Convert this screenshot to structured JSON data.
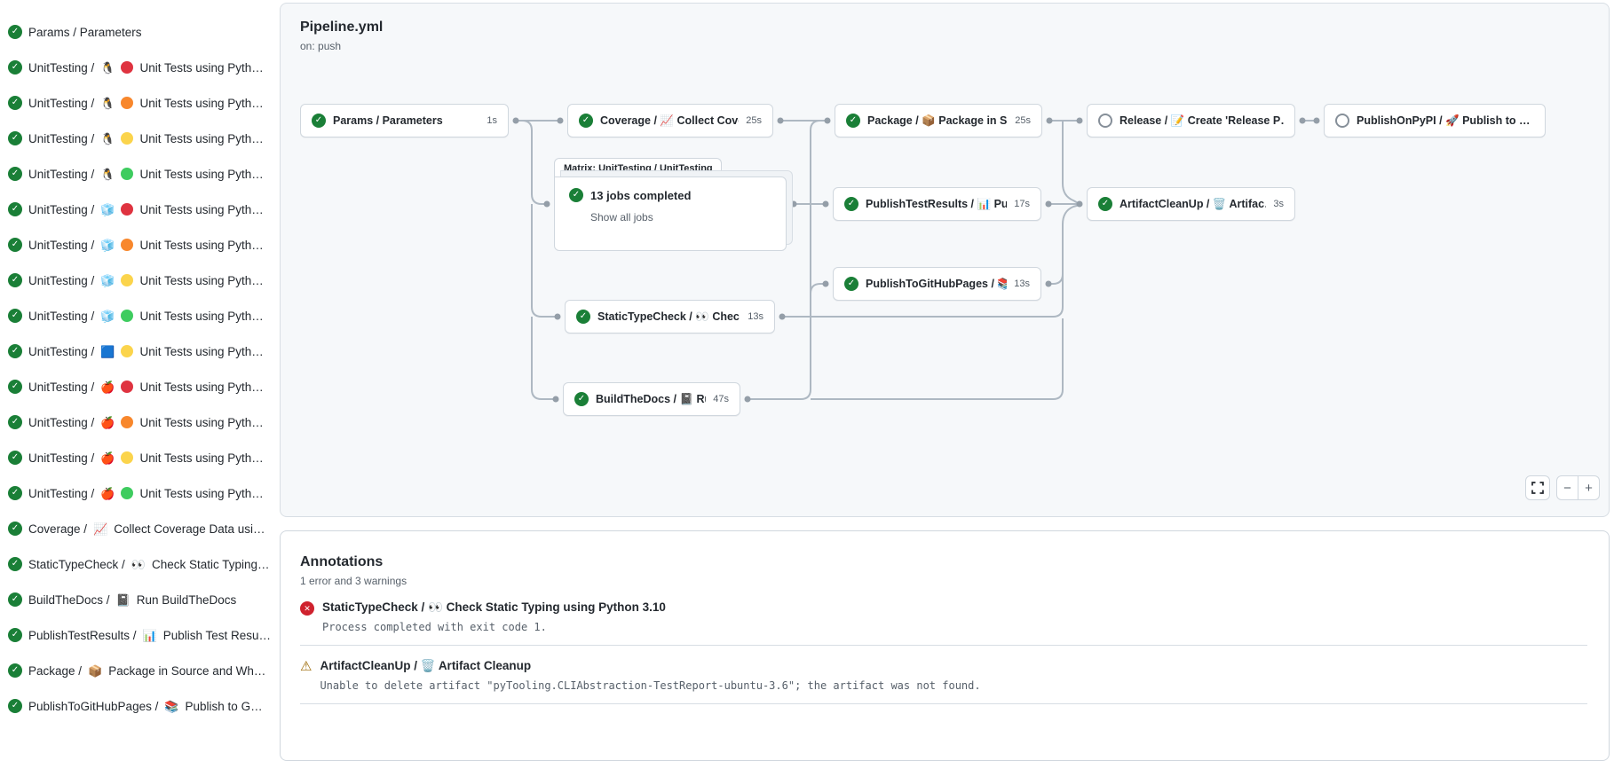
{
  "colors": {
    "success_green": "#1a7f37",
    "error_red": "#cf222e",
    "warning_amber": "#9a6700",
    "edge_gray": "#aeb8c2",
    "python_red": "#df3340",
    "python_orange": "#f8872c",
    "python_yellow": "#fbd44c",
    "python_green": "#3ecc5f"
  },
  "sidebar": {
    "jobs": [
      {
        "pre": "Params / Parameters",
        "emoji": "",
        "dot": "",
        "post": ""
      },
      {
        "pre": "UnitTesting /",
        "emoji": "🐧",
        "dot": "#df3340",
        "post": "Unit Tests using Pyth…"
      },
      {
        "pre": "UnitTesting /",
        "emoji": "🐧",
        "dot": "#f8872c",
        "post": "Unit Tests using Pyth…"
      },
      {
        "pre": "UnitTesting /",
        "emoji": "🐧",
        "dot": "#fbd44c",
        "post": "Unit Tests using Pyth…"
      },
      {
        "pre": "UnitTesting /",
        "emoji": "🐧",
        "dot": "#3ecc5f",
        "post": "Unit Tests using Pyth…"
      },
      {
        "pre": "UnitTesting /",
        "emoji": "🧊",
        "dot": "#df3340",
        "post": "Unit Tests using Pyth…"
      },
      {
        "pre": "UnitTesting /",
        "emoji": "🧊",
        "dot": "#f8872c",
        "post": "Unit Tests using Pyth…"
      },
      {
        "pre": "UnitTesting /",
        "emoji": "🧊",
        "dot": "#fbd44c",
        "post": "Unit Tests using Pyth…"
      },
      {
        "pre": "UnitTesting /",
        "emoji": "🧊",
        "dot": "#3ecc5f",
        "post": "Unit Tests using Pyth…"
      },
      {
        "pre": "UnitTesting /",
        "emoji": "🟦",
        "dot": "#fbd44c",
        "post": "Unit Tests using Pyth…"
      },
      {
        "pre": "UnitTesting /",
        "emoji": "🍎",
        "dot": "#df3340",
        "post": "Unit Tests using Pyth…"
      },
      {
        "pre": "UnitTesting /",
        "emoji": "🍎",
        "dot": "#f8872c",
        "post": "Unit Tests using Pyth…"
      },
      {
        "pre": "UnitTesting /",
        "emoji": "🍎",
        "dot": "#fbd44c",
        "post": "Unit Tests using Pyth…"
      },
      {
        "pre": "UnitTesting /",
        "emoji": "🍎",
        "dot": "#3ecc5f",
        "post": "Unit Tests using Pyth…"
      },
      {
        "pre": "Coverage /",
        "emoji": "📈",
        "dot": "",
        "post": "Collect Coverage Data usi…"
      },
      {
        "pre": "StaticTypeCheck /",
        "emoji": "👀",
        "dot": "",
        "post": "Check Static Typing…"
      },
      {
        "pre": "BuildTheDocs /",
        "emoji": "📓",
        "dot": "",
        "post": "Run BuildTheDocs"
      },
      {
        "pre": "PublishTestResults /",
        "emoji": "📊",
        "dot": "",
        "post": "Publish Test Resu…"
      },
      {
        "pre": "Package /",
        "emoji": "📦",
        "dot": "",
        "post": "Package in Source and Wh…"
      },
      {
        "pre": "PublishToGitHubPages /",
        "emoji": "📚",
        "dot": "",
        "post": "Publish to G…"
      }
    ]
  },
  "graph": {
    "title": "Pipeline.yml",
    "trigger": "on: push",
    "matrix": {
      "tab": "Matrix: UnitTesting / UnitTesting",
      "status_text": "13 jobs completed",
      "link": "Show all jobs"
    },
    "nodes": [
      {
        "status": "success",
        "pre": "Params / Parameters",
        "emoji": "",
        "post": "",
        "time": "1s"
      },
      {
        "status": "success",
        "pre": "Coverage /",
        "emoji": "📈",
        "post": "Collect Cove…",
        "time": "25s"
      },
      {
        "status": "success",
        "pre": "Package /",
        "emoji": "📦",
        "post": "Package in So…",
        "time": "25s"
      },
      {
        "status": "skipped",
        "pre": "Release /",
        "emoji": "📝",
        "post": "Create 'Release P…",
        "time": ""
      },
      {
        "status": "skipped",
        "pre": "PublishOnPyPI /",
        "emoji": "🚀",
        "post": "Publish to …",
        "time": ""
      },
      {
        "status": "success",
        "pre": "PublishTestResults /",
        "emoji": "📊",
        "post": "Pu…",
        "time": "17s"
      },
      {
        "status": "success",
        "pre": "ArtifactCleanUp /",
        "emoji": "🗑️",
        "post": "Artifac…",
        "time": "3s"
      },
      {
        "status": "success",
        "pre": "PublishToGitHubPages /",
        "emoji": "📚",
        "post": "…",
        "time": "13s"
      },
      {
        "status": "success",
        "pre": "StaticTypeCheck /",
        "emoji": "👀",
        "post": "Chec…",
        "time": "13s"
      },
      {
        "status": "success",
        "pre": "BuildTheDocs /",
        "emoji": "📓",
        "post": "Run Buil…",
        "time": "47s"
      }
    ],
    "controls": {
      "zoom_out": "−",
      "zoom_in": "+"
    }
  },
  "annotations": {
    "title": "Annotations",
    "summary": "1 error and 3 warnings",
    "items": [
      {
        "severity": "error",
        "pre": "StaticTypeCheck /",
        "emoji": "👀",
        "post": "Check Static Typing using Python 3.10",
        "message": "Process completed with exit code 1."
      },
      {
        "severity": "warning",
        "pre": "ArtifactCleanUp /",
        "emoji": "🗑️",
        "post": "Artifact Cleanup",
        "message": "Unable to delete artifact \"pyTooling.CLIAbstraction-TestReport-ubuntu-3.6\"; the artifact was not found."
      }
    ]
  }
}
